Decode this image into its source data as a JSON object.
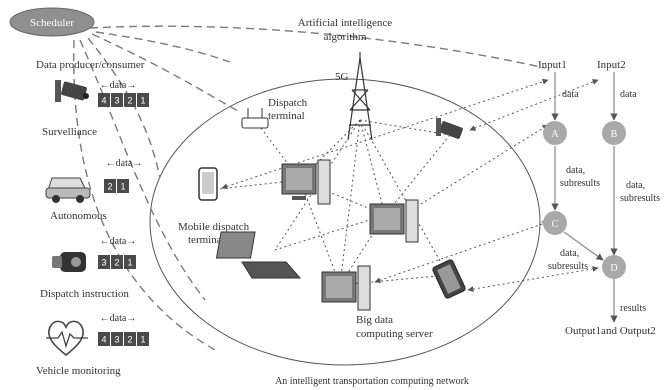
{
  "diagram": {
    "scheduler": "Scheduler",
    "producer_title": "Data producer/consumer",
    "data_word": "data",
    "sources": [
      {
        "label": "Survelliance",
        "packets": [
          "4",
          "3",
          "2",
          "1"
        ],
        "icon": "surveillance-camera-icon"
      },
      {
        "label": "Autonomous",
        "packets": [
          "2",
          "1"
        ],
        "icon": "car-icon"
      },
      {
        "label": "Dispatch instruction",
        "packets": [
          "3",
          "2",
          "1"
        ],
        "icon": "vr-headset-icon"
      },
      {
        "label": "Vehicle monitoring",
        "packets": [
          "4",
          "3",
          "2",
          "1"
        ],
        "icon": "heart-pulse-icon"
      }
    ],
    "ai_label_1": "Artificial intelligence",
    "ai_label_2": "algorithm",
    "label_5g": "5G",
    "dispatch_terminal_1": "Dispatch",
    "dispatch_terminal_2": "terminal",
    "mobile_terminal_1": "Mobile dispatch",
    "mobile_terminal_2": "terminal",
    "bigdata_1": "Big data",
    "bigdata_2": "computing server",
    "network_caption": "An intelligent transportation computing network",
    "dataflow": {
      "input1": "Input1",
      "input2": "Input2",
      "nodes": [
        "A",
        "B",
        "C",
        "D"
      ],
      "data": "data",
      "data_comma": "data,",
      "subresults": "subresults",
      "results": "results",
      "output": "Output1and Output2"
    },
    "colors": {
      "ink": "#333333",
      "dash": "#7a7a7a",
      "node_fill": "#a9a9a9",
      "packet": "#4a4a4a",
      "scheduler_fill": "#8f8f8f"
    }
  }
}
